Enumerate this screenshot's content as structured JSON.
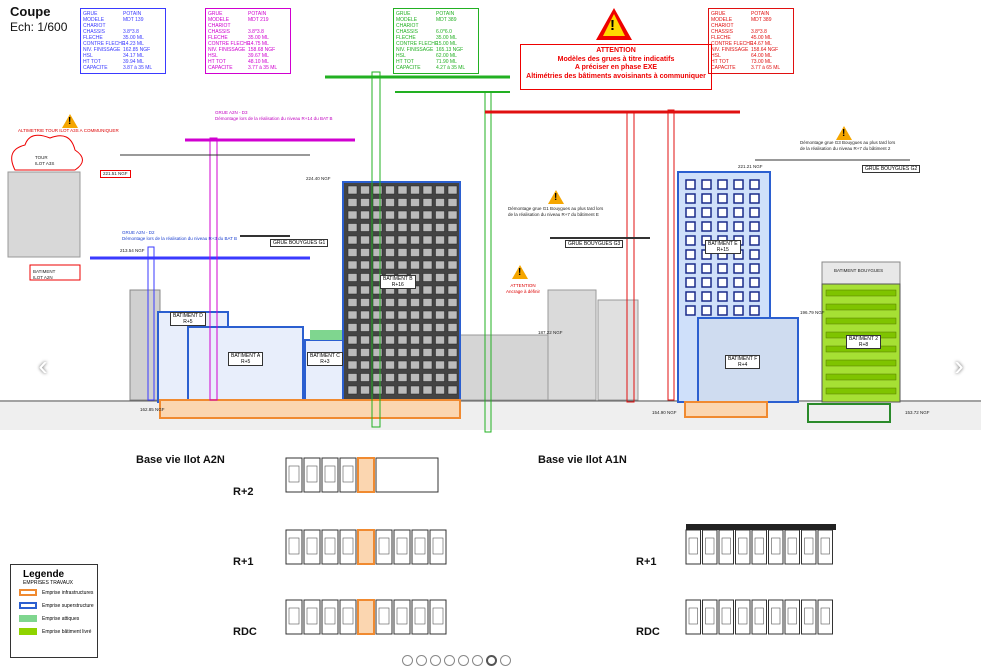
{
  "title": "Coupe",
  "scale": "Ech: 1/600",
  "crane_specs": [
    {
      "color": "#3a3aff",
      "lines": "GRUE\nMODELE\nCHARIOT\nCHASSIS\nFLECHE\nCONTRE FLECHE\nNIV. FINISSAGE\nHSL\nHT TOT\nCAPACITE",
      "values": "POTAIN\nMDT 139\n\n3.8*3.8\n35.00 ML\n14.23 ML\n162.85 NGF\n34.17 ML\n39.94 ML\n3.87 à 35 ML"
    },
    {
      "color": "#d000d0",
      "lines": "GRUE\nMODELE\nCHARIOT\nCHASSIS\nFLECHE\nCONTRE FLECHE\nNIV. FINISSAGE\nHSL\nHT TOT\nCAPACITE",
      "values": "POTAIN\nMDT 219\n\n3.8*3.8\n35.00 ML\n14.75 ML\n158.68 NGF\n39.67 ML\n48.10 ML\n3.77 à 35 ML"
    },
    {
      "color": "#22b022",
      "lines": "GRUE\nMODELE\nCHARIOT\nCHASSIS\nFLECHE\nCONTRE FLECHE\nNIV. FINISSAGE\nHSL\nHT TOT\nCAPACITE",
      "values": "POTAIN\nMDT 389\n\n6.0*6.0\n35.00 ML\n15.00 ML\n165.13 NGF\n62.00 ML\n71.90 ML\n4.27 à 35 ML"
    },
    {
      "color": "#e01010",
      "lines": "GRUE\nMODELE\nCHARIOT\nCHASSIS\nFLECHE\nCONTRE FLECHE\nNIV. FINISSAGE\nHSL\nHT TOT\nCAPACITE",
      "values": "POTAIN\nMDT 389\n\n3.8*3.8\n45.00 ML\n14.67 ML\n158.64 NGF\n64.00 ML\n73.00 ML\n3.77 à 65 ML"
    }
  ],
  "warning": {
    "title": "ATTENTION",
    "line1": "Modèles des grues à titre indicatifs",
    "line2": "A préciser en phase EXE",
    "line3": "Altimétries des bâtiments avoisinants à communiquer"
  },
  "annotations": {
    "tour": "TOUR\nILOT A3S",
    "altimetrie": "ALTIMETRIE TOUR ILOT A3S A COMMUNIQUER",
    "grue_a2n_d3": "GRUE A2N - D3\nDémontage lors de la réalisation du niveau R+14 du BAT B",
    "grue_a2n_d2": "GRUE A2N - D2\nDémontage lors de la réalisation du niveau R+3 du BAT B",
    "grue_bouygues_g1": "GRUE BOUYGUES G1",
    "grue_bouygues_g2": "GRUE BOUYGUES G2",
    "grue_bouygues_g3": "GRUE BOUYGUES G3",
    "demontage_g1": "Démontage grue G1 Bouygues au plus tard lors\nde la réalisation du niveau R+7 du bâtiment E",
    "demontage_g3": "Démontage grue G3 Bouygues au plus tard lors\nde la réalisation du niveau R+7 du bâtiment 2",
    "attention_small": "ATTENTION\nAncrage à définir",
    "batiment_a2n": "BATIMENT\nILOT A2N",
    "batiment_bouygues": "BATIMENT BOUYGUES"
  },
  "buildings": [
    {
      "name": "BATIMENT D",
      "level": "R+5"
    },
    {
      "name": "BATIMENT A",
      "level": "R+5"
    },
    {
      "name": "BATIMENT C",
      "level": "R+3"
    },
    {
      "name": "BATIMENT B",
      "level": "R+16"
    },
    {
      "name": "BATIMENT E",
      "level": "R+15"
    },
    {
      "name": "BATIMENT F",
      "level": "R+4"
    },
    {
      "name": "BATIMENT 2",
      "level": "R+8"
    }
  ],
  "levels": {
    "ngf_1": "221.51 NGF",
    "ngf_2": "213.54 NGF",
    "ngf_3": "224.40 NGF",
    "ngf_4": "221.21 NGF",
    "ngf_5": "187.22 NGF",
    "ngf_6": "196.79 NGF",
    "ngf_7": "162.85 NGF",
    "ngf_8": "154.90 NGF",
    "ngf_9": "153.72 NGF"
  },
  "bases": {
    "a2n_title": "Base vie Ilot A2N",
    "a1n_title": "Base vie Ilot A1N",
    "r2": "R+2",
    "r1_left": "R+1",
    "rdc_left": "RDC",
    "r1_right": "R+1",
    "rdc_right": "RDC"
  },
  "legend": {
    "title": "Legende",
    "subtitle": "EMPRISES TRAVAUX",
    "items": [
      {
        "label": "Emprise infrastructures",
        "color": "#f08a30"
      },
      {
        "label": "Emprise superstructure",
        "color": "#2b5fd0"
      },
      {
        "label": "Emprise attiques",
        "color": "#7fd68f"
      },
      {
        "label": "Emprise bâtiment livré",
        "color": "#8fd400"
      }
    ]
  },
  "nav": {
    "prev": "‹",
    "next": "›"
  },
  "pager_count": 8
}
